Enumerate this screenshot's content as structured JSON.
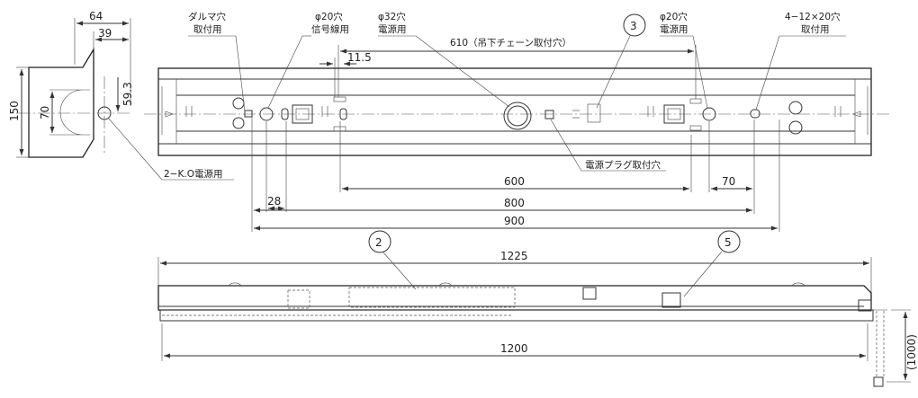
{
  "side_view": {
    "width_64": "64",
    "width_39": "39",
    "height_150": "150",
    "height_70": "70",
    "d_59_3": "59.3"
  },
  "top_view": {
    "daruma_hole": "ダルマ穴",
    "daruma_sub": "取付用",
    "hole20_signal": "φ20穴",
    "signal_sub": "信号線用",
    "hole32": "φ32穴",
    "hole32_sub": "電源用",
    "hole20_power": "φ20穴",
    "power_sub": "電源用",
    "slot_label": "4−12×20穴",
    "slot_sub": "取付用",
    "chain_dim": "610（吊下チェーン取付穴）",
    "dim_11_5": "11.5",
    "callout_3": "3",
    "plug_label": "電源プラグ取付穴",
    "ko_label": "2−K.O電源用",
    "dim_600": "600",
    "dim_70": "70",
    "dim_28": "28",
    "dim_800": "800",
    "dim_900": "900"
  },
  "front_view": {
    "callout_2": "2",
    "callout_5": "5",
    "dim_1225": "1225",
    "dim_1200": "1200",
    "dim_1000": "(1000)"
  }
}
